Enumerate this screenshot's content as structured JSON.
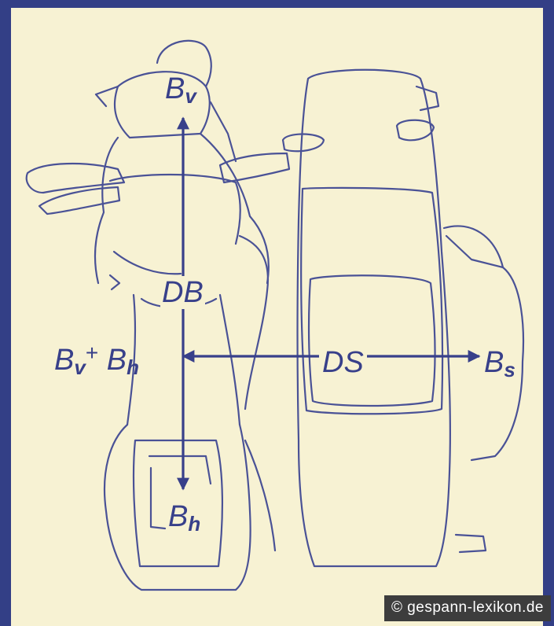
{
  "labels": {
    "bv": {
      "main": "B",
      "sub": "v"
    },
    "bh": {
      "main": "B",
      "sub": "h"
    },
    "bs": {
      "main": "B",
      "sub": "s"
    },
    "db": "DB",
    "ds": "DS",
    "combined": {
      "b1": "B",
      "s1": "v",
      "plus": "+",
      "b2": "B",
      "s2": "h"
    }
  },
  "copyright": "© gespann-lexikon.de",
  "colors": {
    "ink": "#38408a",
    "paper": "#f7f2d3",
    "frame": "#333f86",
    "badge": "#3d3d3d"
  },
  "icons": [
    "motorcycle-outline-icon",
    "sidecar-outline-icon"
  ]
}
